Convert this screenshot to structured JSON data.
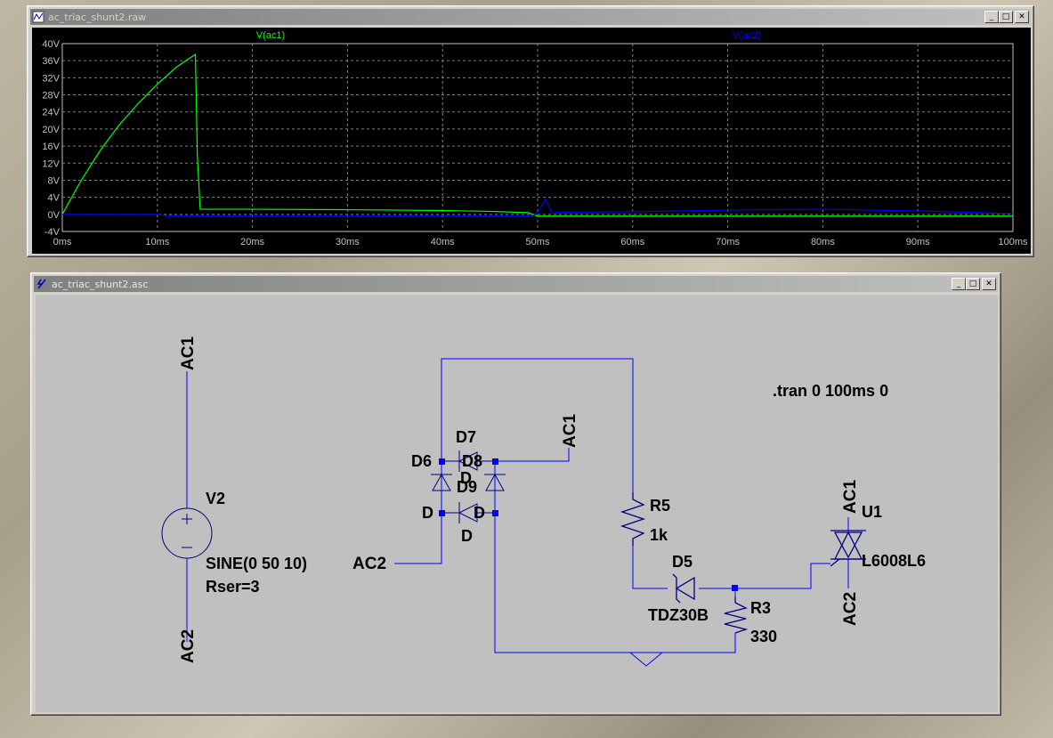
{
  "plot_window": {
    "title": "ac_triac_shunt2.raw",
    "icon": "waveform-document-icon"
  },
  "schematic_window": {
    "title": "ac_triac_shunt2.asc",
    "icon": "schematic-pen-icon"
  },
  "window_buttons": {
    "minimize": "_",
    "maximize": "□",
    "close": "✕"
  },
  "colors": {
    "ac1_trace": "#00ff00",
    "ac2_trace": "#0000ff",
    "wire": "#0000ff",
    "component": "#000080",
    "plot_bg": "#000000",
    "schematic_bg": "#c0c0c0"
  },
  "chart_data": {
    "type": "line",
    "x_ticks": [
      "0ms",
      "10ms",
      "20ms",
      "30ms",
      "40ms",
      "50ms",
      "60ms",
      "70ms",
      "80ms",
      "90ms",
      "100ms"
    ],
    "y_ticks": [
      "40V",
      "36V",
      "32V",
      "28V",
      "24V",
      "20V",
      "16V",
      "12V",
      "8V",
      "4V",
      "0V",
      "-4V"
    ],
    "xlim": [
      0,
      100
    ],
    "ylim": [
      -4,
      40
    ],
    "grid": true,
    "series": [
      {
        "name": "V(ac1)",
        "x": [
          0,
          2,
          4,
          6,
          8,
          10,
          12,
          14,
          14.2,
          14.5,
          20,
          30,
          40,
          45,
          49,
          50,
          51,
          60,
          70,
          80,
          90,
          100
        ],
        "y": [
          0,
          8,
          15,
          21,
          26,
          30.5,
          34.5,
          37.5,
          14,
          1.2,
          1.2,
          1.1,
          0.9,
          0.7,
          0.4,
          -0.4,
          -0.4,
          -0.4,
          -0.4,
          -0.4,
          -0.4,
          -0.4
        ]
      },
      {
        "name": "V(ac2)",
        "x": [
          0,
          10,
          11,
          20,
          30,
          40,
          49.5,
          50,
          50.8,
          51.5,
          52,
          60,
          70,
          80,
          90,
          100
        ],
        "y": [
          0,
          0,
          -0.3,
          -0.4,
          -0.4,
          -0.3,
          -0.4,
          0.5,
          3.5,
          0.3,
          0.5,
          0.6,
          1.0,
          1.2,
          0.8,
          0.2
        ]
      }
    ]
  },
  "schematic": {
    "directive": ".tran 0 100ms 0",
    "labels": {
      "ac1_left": "AC1",
      "ac2_left": "AC2",
      "ac1_bridge": "AC1",
      "ac2_bridge": "AC2",
      "ac1_triac": "AC1",
      "ac2_triac": "AC2"
    },
    "v2": {
      "name": "V2",
      "value": "SINE(0 50 10)",
      "rser": "Rser=3"
    },
    "d6": {
      "name": "D6",
      "model": "D"
    },
    "d7": {
      "name": "D7",
      "model": "D"
    },
    "d8": {
      "name": "D8",
      "model": "D"
    },
    "d9": {
      "name": "D9",
      "model": "D"
    },
    "r5": {
      "name": "R5",
      "value": "1k"
    },
    "d5": {
      "name": "D5",
      "model": "TDZ30B"
    },
    "r3": {
      "name": "R3",
      "value": "330"
    },
    "u1": {
      "name": "U1",
      "model": "L6008L6"
    }
  }
}
